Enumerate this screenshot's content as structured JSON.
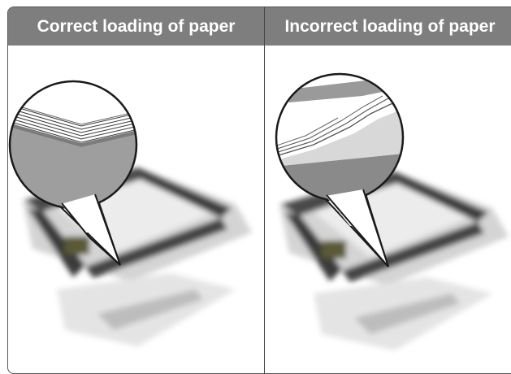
{
  "table": {
    "headers": [
      "Correct loading of paper",
      "Incorrect loading of paper"
    ]
  },
  "illustrations": {
    "left": "correct-paper-loading-illustration",
    "right": "incorrect-paper-loading-illustration"
  },
  "colors": {
    "header_bg": "#7e7e7e",
    "header_text": "#ffffff",
    "border": "#555555"
  }
}
